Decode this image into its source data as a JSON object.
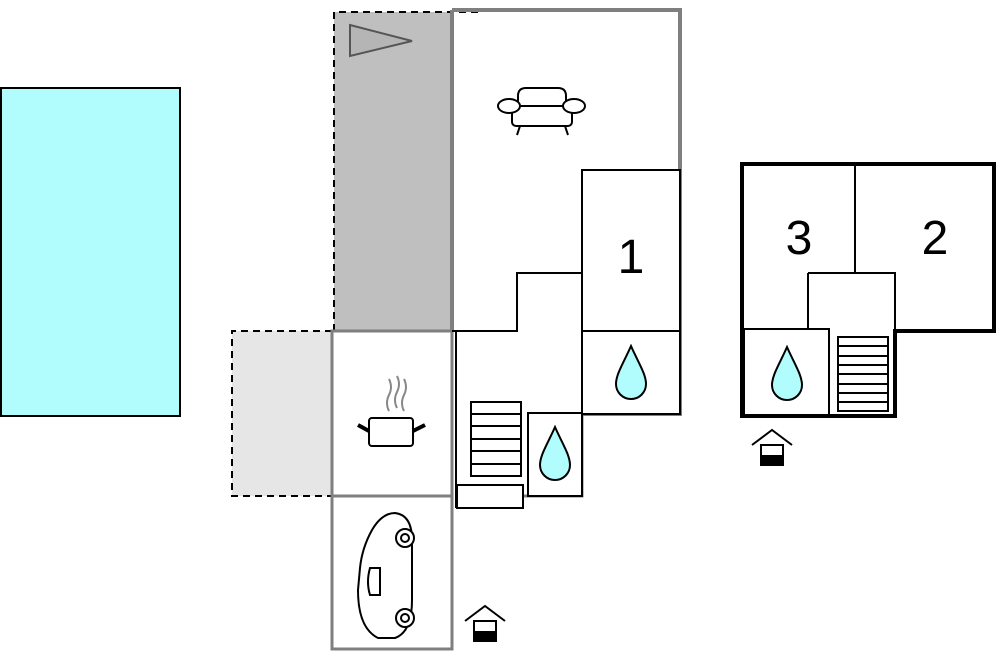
{
  "colors": {
    "pool": "#b1fdfe",
    "terrace_covered": "#bfbfbf",
    "terrace_open": "#e6e6e6",
    "water": "#b1fdfe",
    "wall_main": "#7f7f7f",
    "wall_annex": "#000000"
  },
  "rooms": {
    "bedroom_1": {
      "number": "1",
      "icon": "none"
    },
    "bedroom_2": {
      "number": "2",
      "icon": "none"
    },
    "bedroom_3": {
      "number": "3",
      "icon": "none"
    },
    "living_room": {
      "icon": "sofa-icon"
    },
    "kitchen": {
      "icon": "cooking-pot-icon"
    },
    "garage": {
      "icon": "car-icon"
    },
    "bathroom_main": {
      "icon": "water-drop-icon"
    },
    "shower_main": {
      "icon": "water-drop-icon"
    },
    "bathroom_annex": {
      "icon": "water-drop-icon"
    }
  },
  "entrances": [
    {
      "id": "main",
      "icon": "entrance-house-icon"
    },
    {
      "id": "annex",
      "icon": "entrance-house-icon"
    }
  ],
  "terrace": {
    "icon": "sun-lounger-icon"
  },
  "stairs": [
    {
      "id": "main",
      "icon": "staircase-icon"
    },
    {
      "id": "annex",
      "icon": "staircase-icon"
    }
  ]
}
